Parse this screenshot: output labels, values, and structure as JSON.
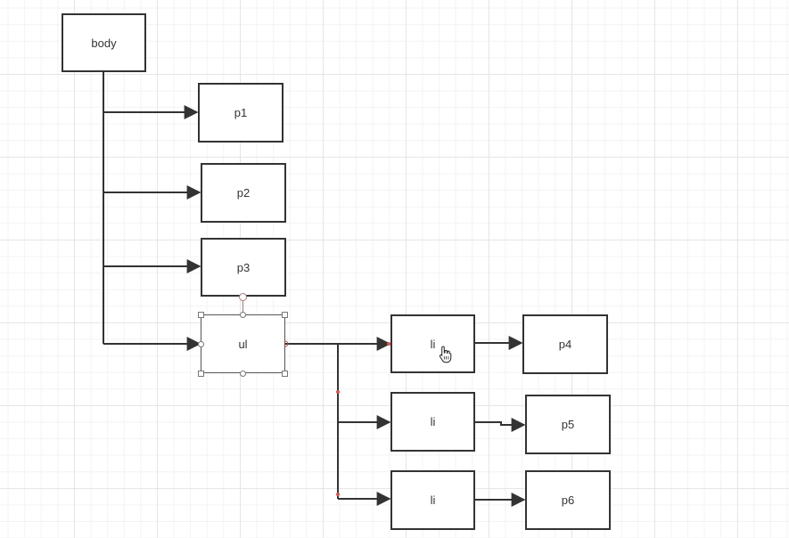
{
  "diagram": {
    "nodes": [
      {
        "id": "body",
        "label": "body"
      },
      {
        "id": "p1",
        "label": "p1"
      },
      {
        "id": "p2",
        "label": "p2"
      },
      {
        "id": "p3",
        "label": "p3"
      },
      {
        "id": "ul",
        "label": "ul"
      },
      {
        "id": "li1",
        "label": "li"
      },
      {
        "id": "li2",
        "label": "li"
      },
      {
        "id": "li3",
        "label": "li"
      },
      {
        "id": "p4",
        "label": "p4"
      },
      {
        "id": "p5",
        "label": "p5"
      },
      {
        "id": "p6",
        "label": "p6"
      }
    ],
    "edges": [
      {
        "from": "body",
        "to": "p1"
      },
      {
        "from": "body",
        "to": "p2"
      },
      {
        "from": "body",
        "to": "p3"
      },
      {
        "from": "body",
        "to": "ul"
      },
      {
        "from": "ul",
        "to": "li1"
      },
      {
        "from": "ul",
        "to": "li2"
      },
      {
        "from": "ul",
        "to": "li3"
      },
      {
        "from": "li1",
        "to": "p4"
      },
      {
        "from": "li2",
        "to": "p5"
      },
      {
        "from": "li3",
        "to": "p6"
      }
    ],
    "selected_node": "ul",
    "colors": {
      "stroke": "#333333",
      "grid": "#e6e6e6",
      "selection_accent": "#d9534f"
    }
  }
}
